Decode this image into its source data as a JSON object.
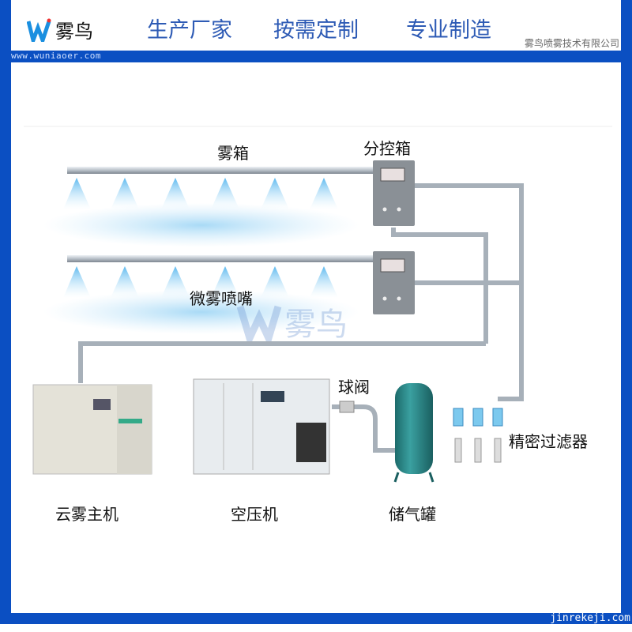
{
  "header": {
    "brand": "雾鸟",
    "slogans": [
      "生产厂家",
      "按需定制",
      "专业制造"
    ],
    "company": "雾鸟喷雾技术有限公司",
    "url": "www.wuniaoer.com"
  },
  "footer": {
    "url": "jinrekeji.com"
  },
  "diagram": {
    "labels": {
      "fog_box": "雾箱",
      "control_box": "分控箱",
      "micro_nozzle": "微雾喷嘴",
      "ball_valve": "球阀",
      "main_unit": "云雾主机",
      "air_compressor": "空压机",
      "air_tank": "储气罐",
      "precision_filter": "精密过滤器"
    },
    "watermark": "雾鸟"
  }
}
